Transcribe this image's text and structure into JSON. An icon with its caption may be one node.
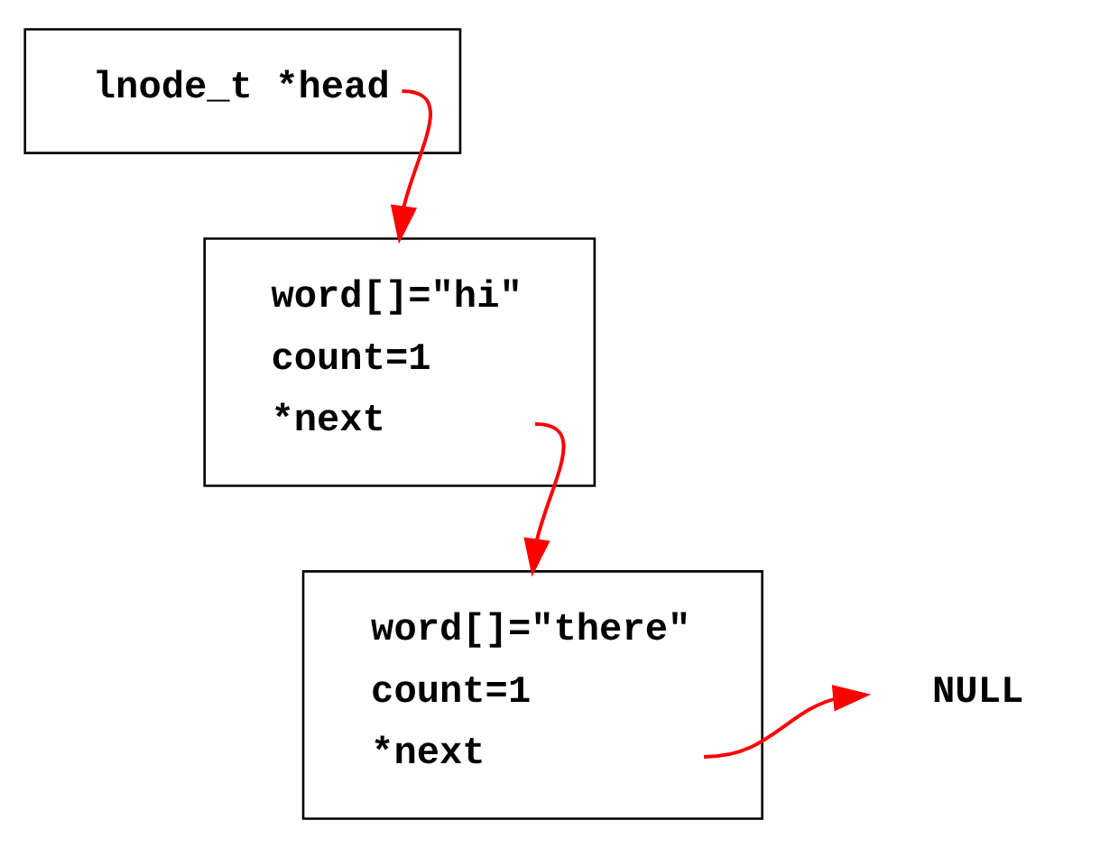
{
  "diagram": {
    "nodes": [
      {
        "text": [
          "lnode_t *head"
        ]
      },
      {
        "text": [
          "word[]=\"hi\"",
          "count=1",
          "*next"
        ]
      },
      {
        "text": [
          "word[]=\"there\"",
          "count=1",
          "*next"
        ]
      },
      {
        "text": [
          "NULL"
        ]
      }
    ],
    "edges": [
      {
        "from": 0,
        "to": 1,
        "arrow": "to",
        "color": "#ff0000"
      },
      {
        "from": 1,
        "to": 2,
        "arrow": "to",
        "color": "#ff0000"
      },
      {
        "from": 2,
        "to": 3,
        "arrow": "to",
        "color": "#ff0000"
      }
    ]
  }
}
